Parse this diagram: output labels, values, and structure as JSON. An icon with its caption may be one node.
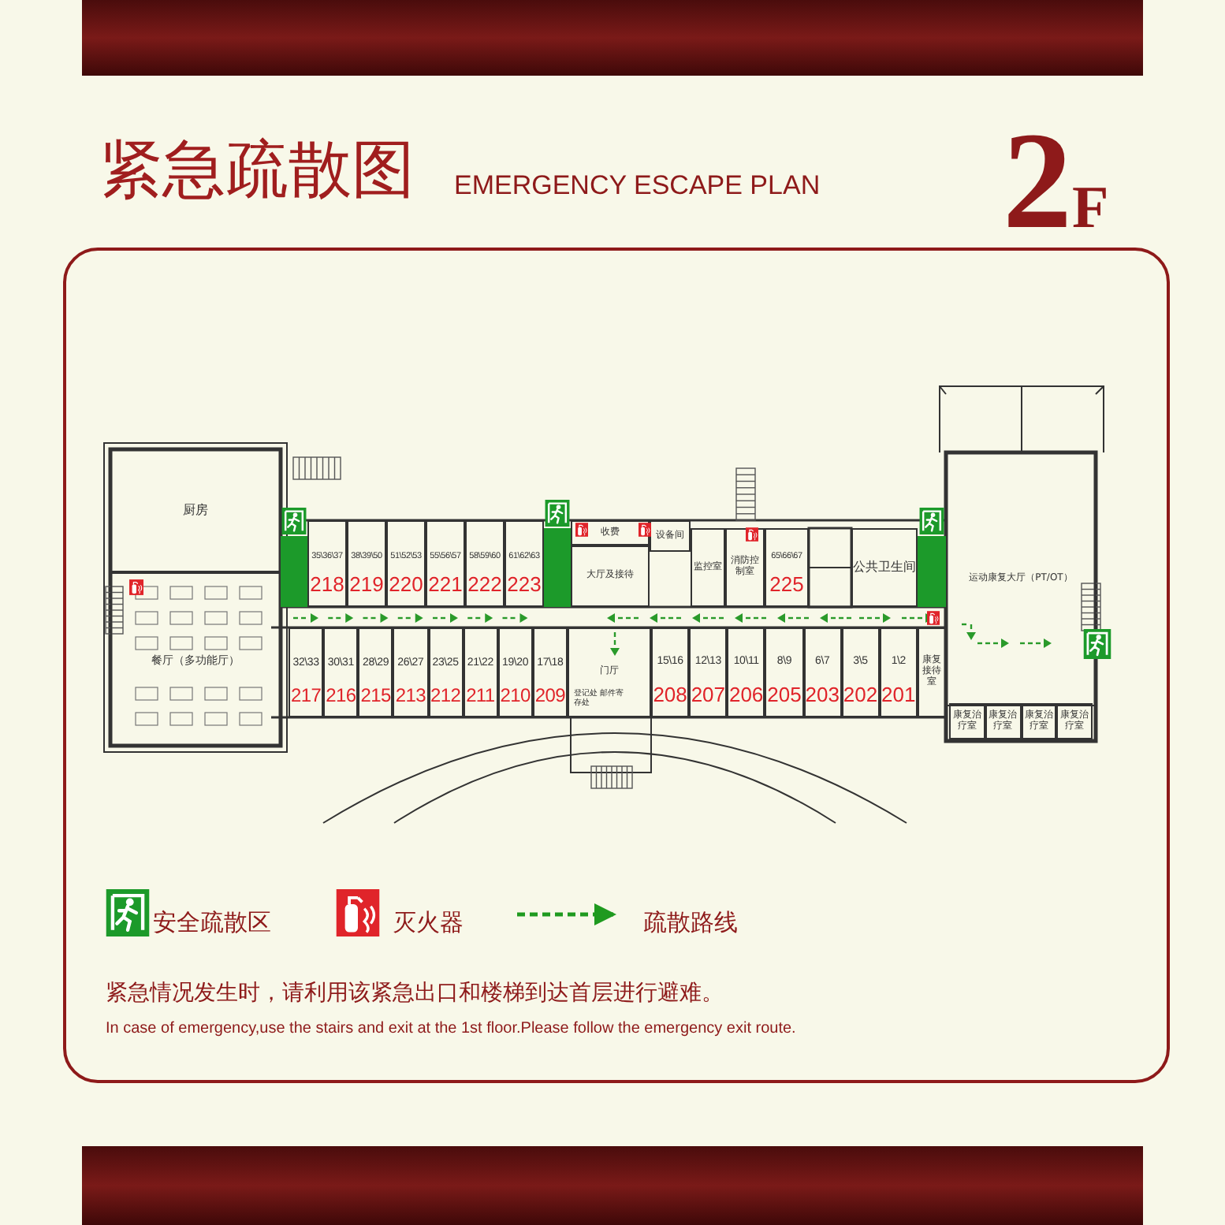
{
  "diagram": {
    "title": "紧急疏散图",
    "nodes": [
      {
        "text": [
          "厨房"
        ]
      },
      {
        "text": [
          "餐厅（多功能厅）"
        ]
      },
      {
        "text": [
          "35\\36\\37",
          "218"
        ]
      },
      {
        "text": [
          "38\\39\\50",
          "219"
        ]
      },
      {
        "text": [
          "51\\52\\53",
          "220"
        ]
      },
      {
        "text": [
          "55\\56\\57",
          "221"
        ]
      },
      {
        "text": [
          "58\\59\\60",
          "222"
        ]
      },
      {
        "text": [
          "61\\62\\63",
          "223"
        ]
      },
      {
        "text": [
          "收费"
        ]
      },
      {
        "text": [
          "设备间"
        ]
      },
      {
        "text": [
          "大厅及接待"
        ]
      },
      {
        "text": [
          "监控室"
        ]
      },
      {
        "text": [
          "消防控制室"
        ]
      },
      {
        "text": [
          "65\\66\\67",
          "225"
        ]
      },
      {
        "text": [
          "公共卫生间"
        ]
      },
      {
        "text": [
          "运动康复大厅（PT/OT）"
        ]
      },
      {
        "text": [
          "32\\33",
          "217"
        ]
      },
      {
        "text": [
          "30\\31",
          "216"
        ]
      },
      {
        "text": [
          "28\\29",
          "215"
        ]
      },
      {
        "text": [
          "26\\27",
          "213"
        ]
      },
      {
        "text": [
          "23\\25",
          "212"
        ]
      },
      {
        "text": [
          "21\\22",
          "211"
        ]
      },
      {
        "text": [
          "19\\20",
          "210"
        ]
      },
      {
        "text": [
          "17\\18",
          "209"
        ]
      },
      {
        "text": [
          "门厅"
        ]
      },
      {
        "text": [
          "15\\16",
          "208"
        ]
      },
      {
        "text": [
          "12\\13",
          "207"
        ]
      },
      {
        "text": [
          "10\\11",
          "206"
        ]
      },
      {
        "text": [
          "8\\9",
          "205"
        ]
      },
      {
        "text": [
          "6\\7",
          "203"
        ]
      },
      {
        "text": [
          "3\\5",
          "202"
        ]
      },
      {
        "text": [
          "1\\2",
          "201"
        ]
      },
      {
        "text": [
          "康复接待室"
        ]
      },
      {
        "text": [
          "康复治疗室"
        ]
      },
      {
        "text": [
          "康复治疗室"
        ]
      },
      {
        "text": [
          "康复治疗室"
        ]
      },
      {
        "text": [
          "康复治疗室"
        ]
      }
    ],
    "labels": [
      "EMERGENCY ESCAPE PLAN",
      "2F",
      "登记处 邮件寄存处",
      "紧急情况发生时，请利用该紧急出口和楼梯到达首层进行避难。",
      "In case of emergency,use the stairs and exit at the 1st floor.Please follow the emergency exit route."
    ],
    "legend": [
      {
        "text": "安全疏散区"
      },
      {
        "text": "灭火器"
      },
      {
        "text": "疏散路线"
      }
    ]
  }
}
